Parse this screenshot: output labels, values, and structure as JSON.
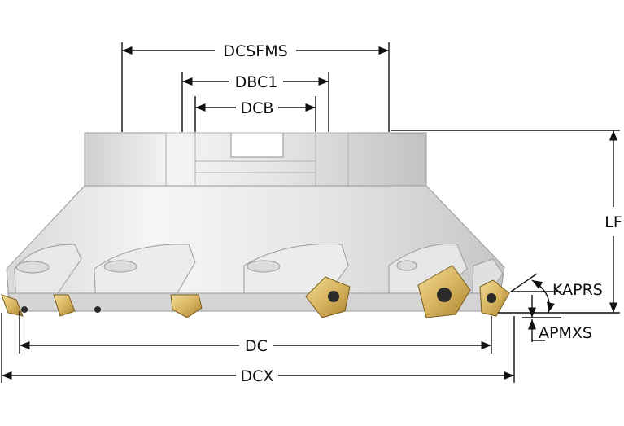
{
  "diagram": {
    "labels": {
      "dcsfms": "DCSFMS",
      "dbc1": "DBC1",
      "dcb": "DCB",
      "dc": "DC",
      "dcx": "DCX",
      "lf": "LF",
      "kaprs": "KAPRS",
      "apmxs": "APMXS"
    },
    "colors": {
      "body_light": "#f2f2f2",
      "body_mid": "#d9d9d9",
      "body_dark": "#b8b8b8",
      "insert_gold": "#d8b560",
      "insert_gold_dark": "#a9832f",
      "line": "#111111"
    }
  }
}
